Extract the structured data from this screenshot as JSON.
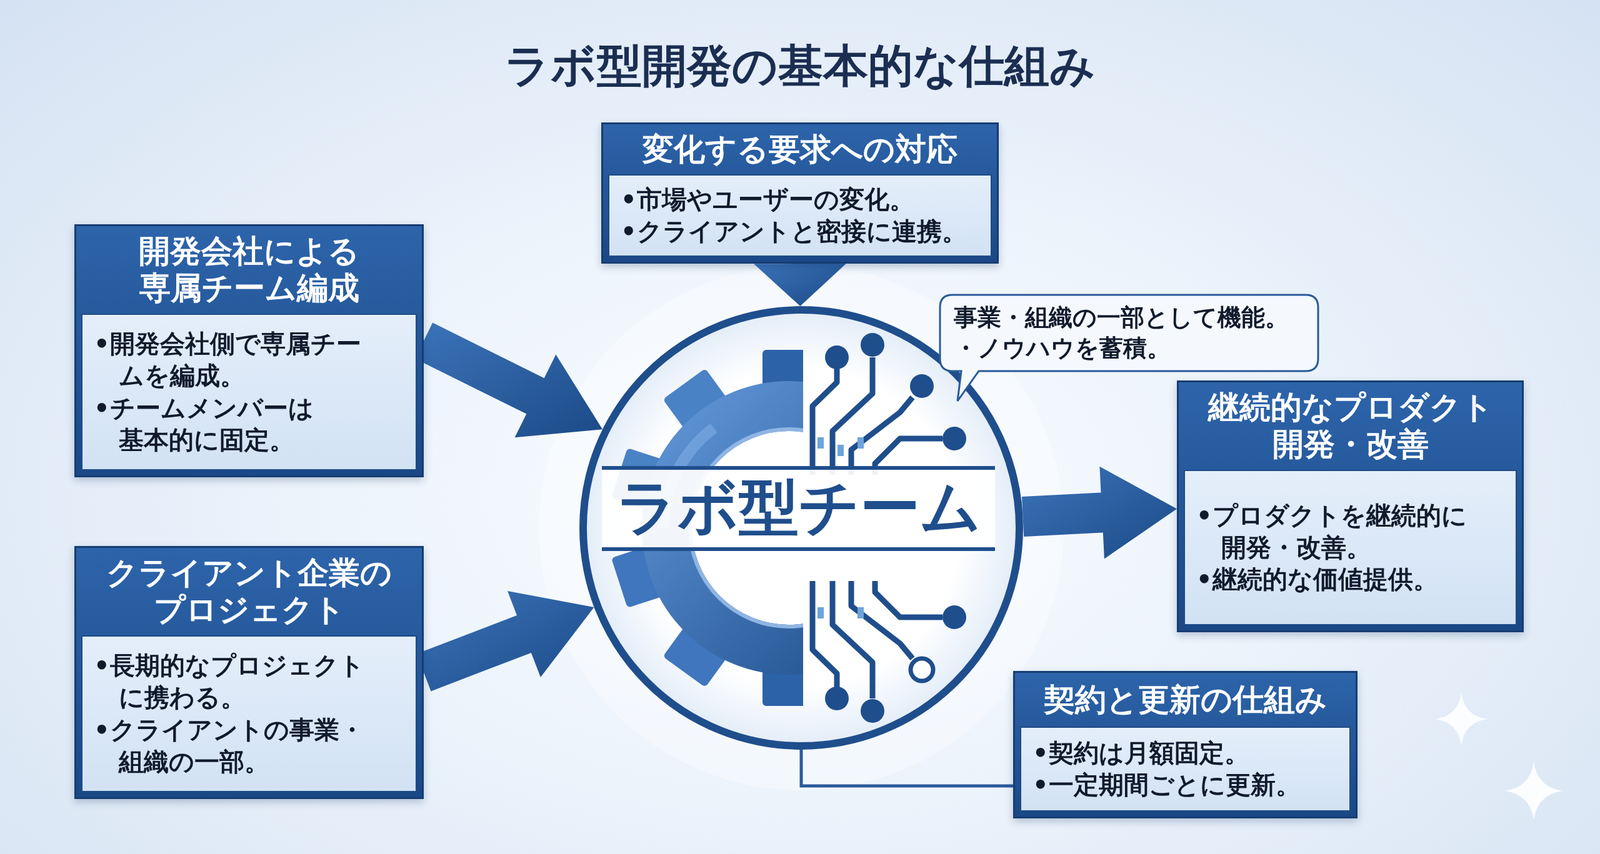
{
  "diagram": {
    "title": "ラボ型開発の基本的な仕組み",
    "nodes": [
      {
        "text": [
          "変化する要求への対応",
          "•市場やユーザーの変化。",
          "•クライアントと密接に連携。"
        ]
      },
      {
        "text": [
          "開発会社による 専属チーム編成",
          "•開発会社側で専属チー ムを編成。",
          "•チームメンバーは 基本的に固定。"
        ]
      },
      {
        "text": [
          "ラボ型チーム"
        ]
      },
      {
        "text": [
          "事業・組織の一部として機能。",
          "・ノウハウを蓄積。"
        ]
      },
      {
        "text": [
          "継続的なプロダクト 開発・改善",
          "•プロダクトを継続的に 開発・改善。",
          "•継続的な価値提供。"
        ]
      },
      {
        "text": [
          "クライアント企業の プロジェクト",
          "•長期的なプロジェクト に携わる。",
          "•クライアントの事業・ 組織の一部。"
        ]
      },
      {
        "text": [
          "契約と更新の仕組み",
          "•契約は月額固定。",
          "•一定期間ごとに更新。"
        ]
      }
    ],
    "edges": [
      {
        "from": 0,
        "to": 2,
        "arrow": "to"
      },
      {
        "from": 1,
        "to": 2,
        "arrow": "to"
      },
      {
        "from": 5,
        "to": 2,
        "arrow": "to"
      },
      {
        "from": 2,
        "to": 4,
        "arrow": "to"
      },
      {
        "from": 2,
        "to": 6,
        "arrow": "none"
      }
    ]
  }
}
